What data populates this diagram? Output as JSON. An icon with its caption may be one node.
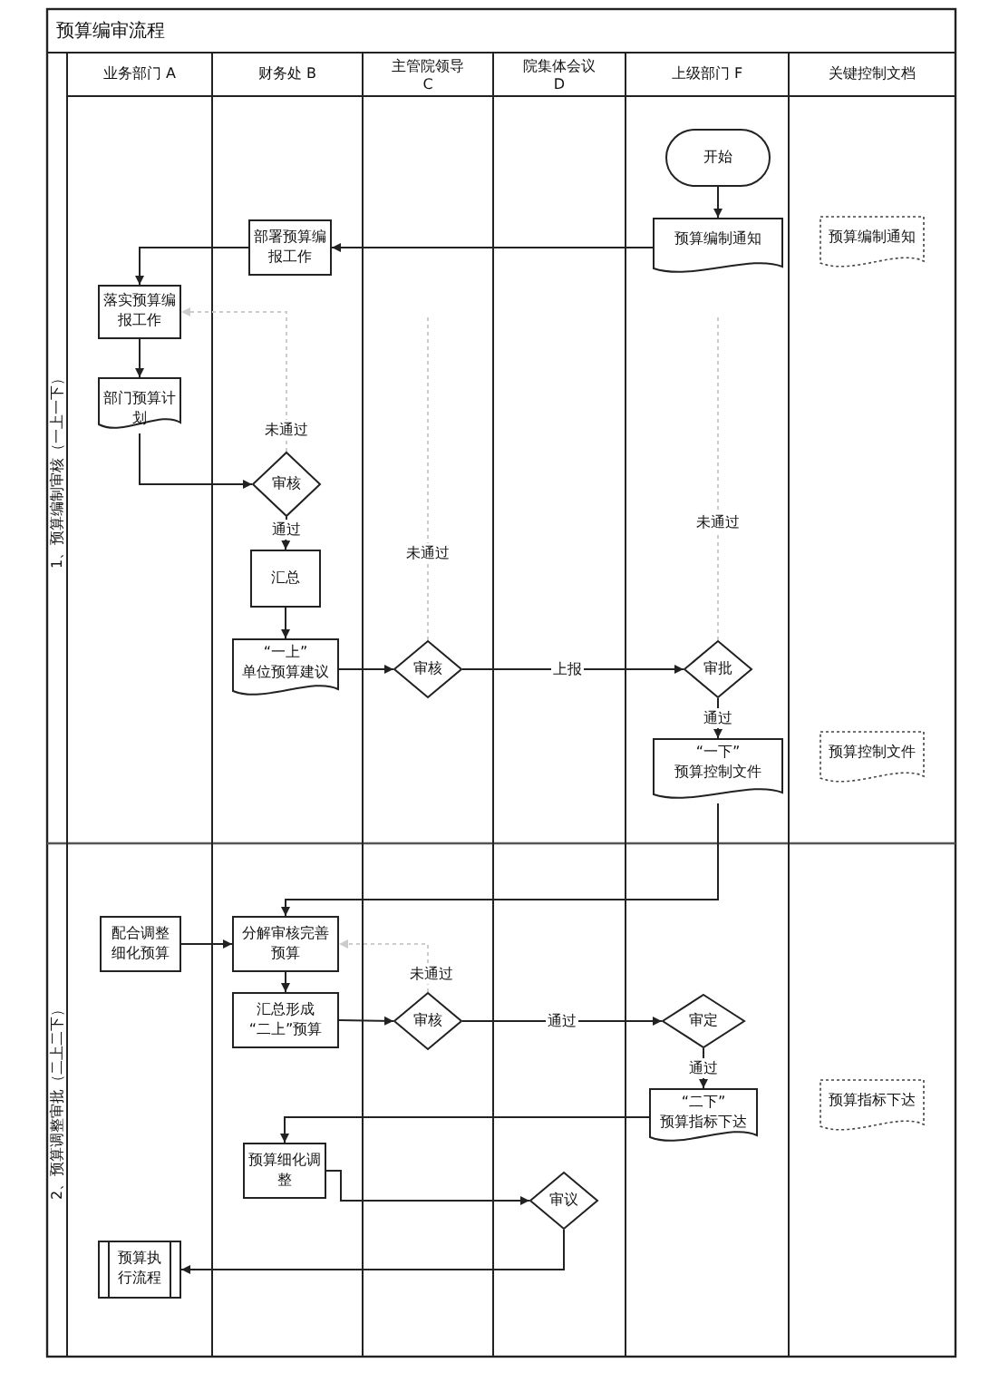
{
  "diagram": {
    "title": "预算编审流程",
    "nodes": [
      {
        "text": [
          "开始"
        ]
      },
      {
        "text": [
          "预算编制通知"
        ]
      },
      {
        "text": [
          "部署预算编报工作"
        ]
      },
      {
        "text": [
          "落实预算编报工作"
        ]
      },
      {
        "text": [
          "部门预算计划"
        ]
      },
      {
        "text": [
          "审核"
        ]
      },
      {
        "text": [
          "汇总"
        ]
      },
      {
        "text": [
          "“一上”",
          "单位预算建议"
        ]
      },
      {
        "text": [
          "审核"
        ]
      },
      {
        "text": [
          "审批"
        ]
      },
      {
        "text": [
          "“一下”",
          "预算控制文件"
        ]
      },
      {
        "text": [
          "预算编制通知"
        ]
      },
      {
        "text": [
          "预算控制文件"
        ]
      },
      {
        "text": [
          "配合调整细化预算"
        ]
      },
      {
        "text": [
          "分解审核完善预算"
        ]
      },
      {
        "text": [
          "汇总形成",
          "“二上”预算"
        ]
      },
      {
        "text": [
          "审核"
        ]
      },
      {
        "text": [
          "审定"
        ]
      },
      {
        "text": [
          "“二下”",
          "预算指标下达"
        ]
      },
      {
        "text": [
          "预算细化调整"
        ]
      },
      {
        "text": [
          "审议"
        ]
      },
      {
        "text": [
          "预算执行流程"
        ]
      },
      {
        "text": [
          "预算指标下达"
        ]
      }
    ],
    "edges": [
      {
        "from": 0,
        "to": 1,
        "arrow": "to"
      },
      {
        "from": 1,
        "to": 2,
        "arrow": "to"
      },
      {
        "from": 2,
        "to": 3,
        "arrow": "to"
      },
      {
        "from": 3,
        "to": 4,
        "arrow": "to"
      },
      {
        "from": 4,
        "to": 5,
        "arrow": "to"
      },
      {
        "from": 5,
        "to": 6,
        "arrow": "to",
        "label": "通过"
      },
      {
        "from": 6,
        "to": 7,
        "arrow": "to"
      },
      {
        "from": 7,
        "to": 8,
        "arrow": "to"
      },
      {
        "from": 8,
        "to": 9,
        "arrow": "to",
        "label": "上报"
      },
      {
        "from": 9,
        "to": 10,
        "arrow": "to",
        "label": "通过"
      },
      {
        "from": 10,
        "to": 14,
        "arrow": "to"
      },
      {
        "from": 13,
        "to": 14,
        "arrow": "to"
      },
      {
        "from": 14,
        "to": 15,
        "arrow": "to"
      },
      {
        "from": 15,
        "to": 16,
        "arrow": "to"
      },
      {
        "from": 16,
        "to": 17,
        "arrow": "to",
        "label": "通过"
      },
      {
        "from": 17,
        "to": 18,
        "arrow": "to",
        "label": "通过"
      },
      {
        "from": 18,
        "to": 19,
        "arrow": "to"
      },
      {
        "from": 19,
        "to": 20,
        "arrow": "to"
      },
      {
        "from": 20,
        "to": 21,
        "arrow": "to"
      },
      {
        "from": 5,
        "to": 3,
        "arrow": "to",
        "label": "未通过",
        "style": "dashed",
        "color": "#cccccc"
      },
      {
        "from": 8,
        "to": null,
        "arrow": "none",
        "label": "未通过",
        "style": "dashed",
        "color": "#cccccc"
      },
      {
        "from": 9,
        "to": null,
        "arrow": "none",
        "label": "未通过",
        "style": "dashed",
        "color": "#cccccc"
      },
      {
        "from": 16,
        "to": 14,
        "arrow": "to",
        "label": "未通过",
        "style": "dashed",
        "color": "#cccccc"
      }
    ],
    "labels": [
      "业务部门 A",
      "财务处 B",
      "主管院领导 C",
      "院集体会议 D",
      "上级部门 F",
      "关键控制文档",
      "1、预算编制审核（一上一下）",
      "2、预算调整审批（二上二下）"
    ]
  }
}
